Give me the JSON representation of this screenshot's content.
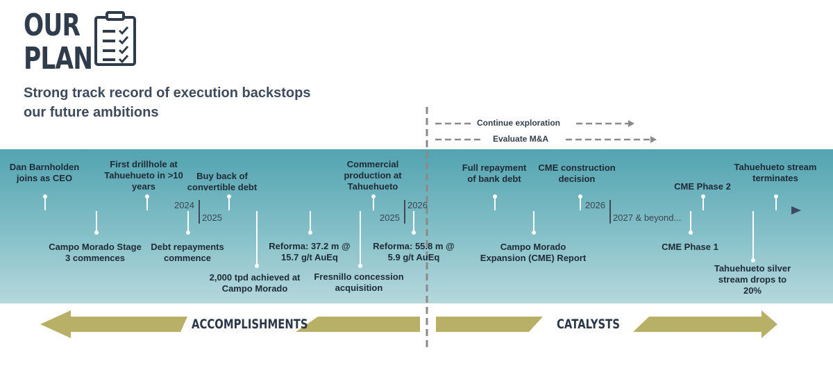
{
  "title": {
    "line1": "OUR",
    "line2": "PLAN"
  },
  "subtitle": "Strong track record of execution backstops our future ambitions",
  "icons": {
    "clipboard": "clipboard-checklist-icon"
  },
  "colors": {
    "band_top": "#52a3b0",
    "band_bottom": "#b5d8dc",
    "gold": "#b8b066",
    "navy": "#2f3c4c"
  },
  "ongoing": [
    {
      "label": "Continue exploration"
    },
    {
      "label": "Evaluate M&A"
    }
  ],
  "years_above": [
    {
      "label": "2024"
    },
    {
      "label": "2026"
    },
    {
      "label": "2026"
    }
  ],
  "years_below": [
    {
      "label": "2025"
    },
    {
      "label": "2025"
    },
    {
      "label": "2027 & beyond..."
    }
  ],
  "events_above": [
    {
      "label": "Dan Barnholden\njoins as CEO"
    },
    {
      "label": "First drillhole at\nTahuehueto in >10\nyears"
    },
    {
      "label": "Buy back of\nconvertible debt"
    },
    {
      "label": "Commercial\nproduction at\nTahuehueto"
    },
    {
      "label": "Full repayment\nof bank debt"
    },
    {
      "label": "CME construction\ndecision"
    },
    {
      "label": "CME Phase 2"
    },
    {
      "label": "Tahuehueto stream\nterminates"
    }
  ],
  "events_below": [
    {
      "label": "Campo Morado Stage\n3 commences"
    },
    {
      "label": "Debt repayments\ncommence"
    },
    {
      "label": "2,000 tpd achieved at\nCampo Morado"
    },
    {
      "label": "Reforma: 37.2 m @\n15.7 g/t AuEq"
    },
    {
      "label": "Fresnillo concession\nacquisition"
    },
    {
      "label": "Reforma: 55.8 m @\n5.9 g/t AuEq"
    },
    {
      "label": "Campo Morado\nExpansion (CME) Report"
    },
    {
      "label": "CME Phase 1"
    },
    {
      "label": "Tahuehueto silver\nstream drops to\n20%"
    }
  ],
  "banners": {
    "left": "ACCOMPLISHMENTS",
    "right": "CATALYSTS"
  }
}
